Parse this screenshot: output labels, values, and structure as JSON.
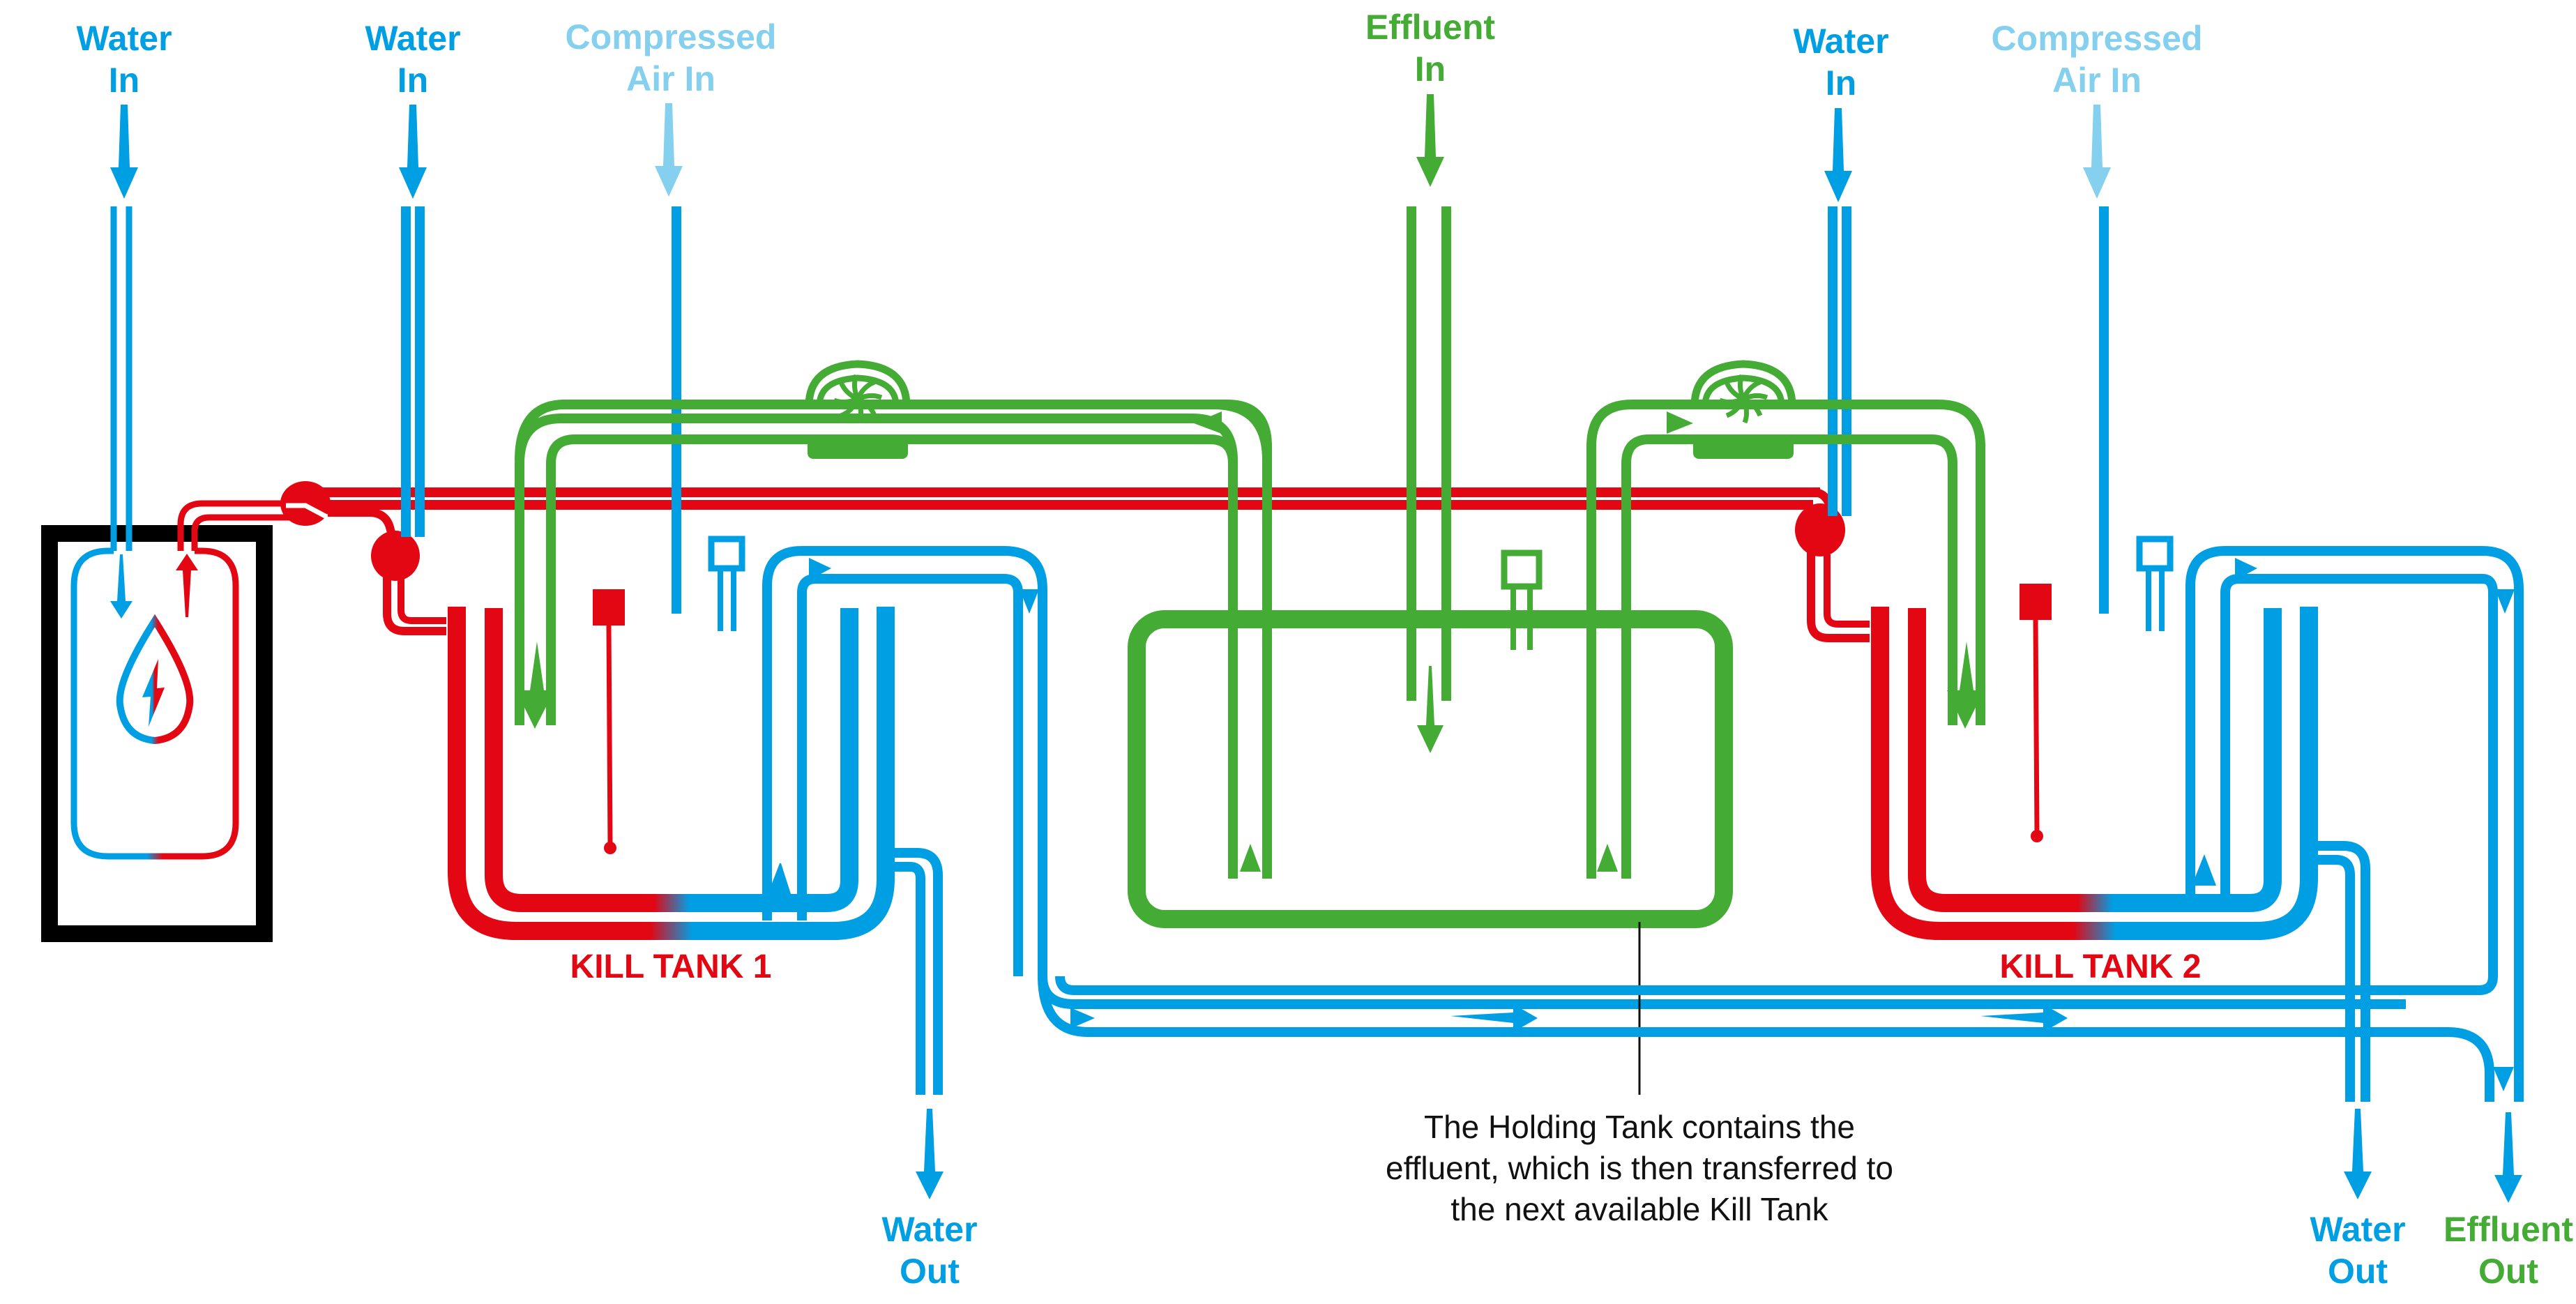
{
  "title": "Kill Tank Effluent Treatment System",
  "colors": {
    "water": "#009fe3",
    "compressed_air": "#85cfef",
    "effluent": "#44ab35",
    "hot_water": "#e30613",
    "boiler_frame": "#000000"
  },
  "inlets": {
    "water_in_1": {
      "line1": "Water",
      "line2": "In"
    },
    "water_in_2": {
      "line1": "Water",
      "line2": "In"
    },
    "air_in_1": {
      "line1": "Compressed",
      "line2": "Air In"
    },
    "effluent_in": {
      "line1": "Effluent",
      "line2": "In"
    },
    "water_in_3": {
      "line1": "Water",
      "line2": "In"
    },
    "air_in_2": {
      "line1": "Compressed",
      "line2": "Air In"
    }
  },
  "outlets": {
    "water_out_1": {
      "line1": "Water",
      "line2": "Out"
    },
    "water_out_2": {
      "line1": "Water",
      "line2": "Out"
    },
    "effluent_out": {
      "line1": "Effluent",
      "line2": "Out"
    }
  },
  "tanks": {
    "kill_tank_1": "KILL TANK 1",
    "kill_tank_2": "KILL TANK 2"
  },
  "callout": {
    "line1": "The Holding Tank contains the",
    "line2": "effluent, which is then transferred to",
    "line3": "the next available Kill Tank"
  },
  "icons": {
    "boiler": "water-drop-lightning-icon",
    "pump": "pump-impeller-icon",
    "valve": "valve-icon",
    "level_sensor": "level-sensor-icon",
    "temperature_probe": "temperature-probe-icon"
  }
}
